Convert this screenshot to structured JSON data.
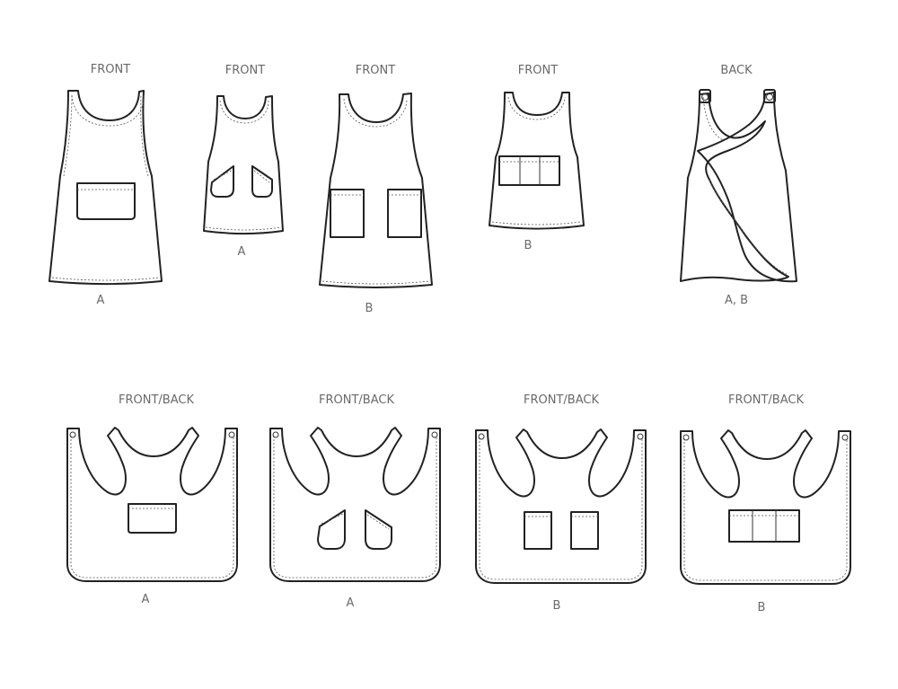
{
  "colors": {
    "fabric_light": "#ffffff",
    "fabric_shaded": "#b3b3b3",
    "outline": "#222222",
    "label_text": "#6a6a6a"
  },
  "top_row": [
    {
      "heading": "FRONT",
      "label": "A"
    },
    {
      "heading": "FRONT",
      "label": "A"
    },
    {
      "heading": "FRONT",
      "label": "B"
    },
    {
      "heading": "FRONT",
      "label": "B"
    },
    {
      "heading": "BACK",
      "label": "A, B"
    }
  ],
  "bottom_row": [
    {
      "heading": "FRONT/BACK",
      "label": "A"
    },
    {
      "heading": "FRONT/BACK",
      "label": "A"
    },
    {
      "heading": "FRONT/BACK",
      "label": "B"
    },
    {
      "heading": "FRONT/BACK",
      "label": "B"
    }
  ]
}
